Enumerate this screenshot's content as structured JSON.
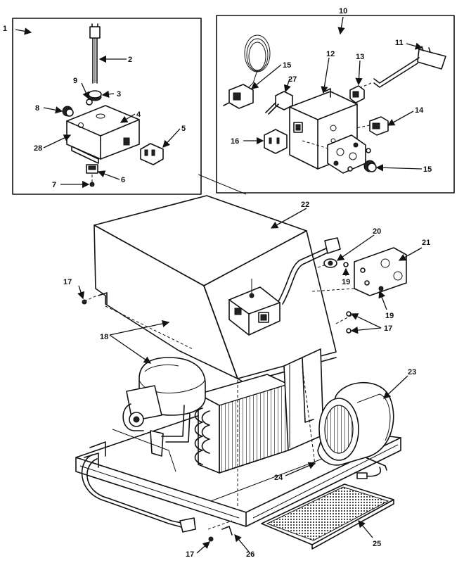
{
  "callouts": {
    "c1": "1",
    "c2": "2",
    "c3": "3",
    "c4": "4",
    "c5": "5",
    "c6": "6",
    "c7": "7",
    "c8": "8",
    "c9": "9",
    "c10": "10",
    "c11": "11",
    "c12": "12",
    "c13": "13",
    "c14": "14",
    "c15a": "15",
    "c15b": "15",
    "c16": "16",
    "c17a": "17",
    "c17b": "17",
    "c17c": "17",
    "c18": "18",
    "c19a": "19",
    "c19b": "19",
    "c20": "20",
    "c21": "21",
    "c22": "22",
    "c23": "23",
    "c24": "24",
    "c25": "25",
    "c26": "26",
    "c27": "27",
    "c28": "28"
  }
}
